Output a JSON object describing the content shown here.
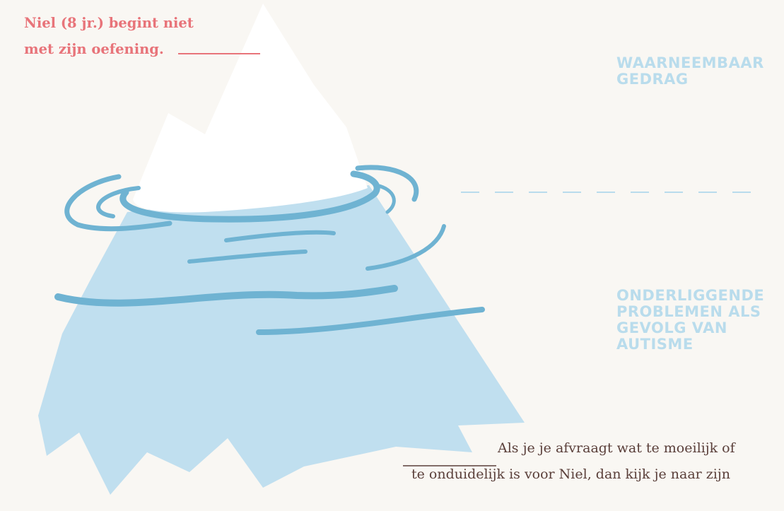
{
  "colors": {
    "background": "#f9f7f3",
    "iceberg_above_water": "#ffffff",
    "iceberg_below_water": "#c0dfef",
    "water_ripples": "#6fb3d2",
    "accent_red": "#e8747a",
    "label_light_blue": "#b9dcec",
    "body_text": "#5a3f3a"
  },
  "callout_top": {
    "line1": "Niel (8 jr.) begint niet",
    "line2": "met zijn oefening."
  },
  "label_above_water": {
    "line1": "WAARNEEMBAAR",
    "line2": "GEDRAG"
  },
  "label_below_water": {
    "line1": "ONDERLIGGENDE",
    "line2": "PROBLEMEN ALS",
    "line3": "GEVOLG VAN",
    "line4": "AUTISME"
  },
  "callout_bottom": {
    "line1": "Als je je afvraagt wat te moeilijk of",
    "line2": "te onduidelijk is voor Niel, dan kijk je naar zijn"
  }
}
